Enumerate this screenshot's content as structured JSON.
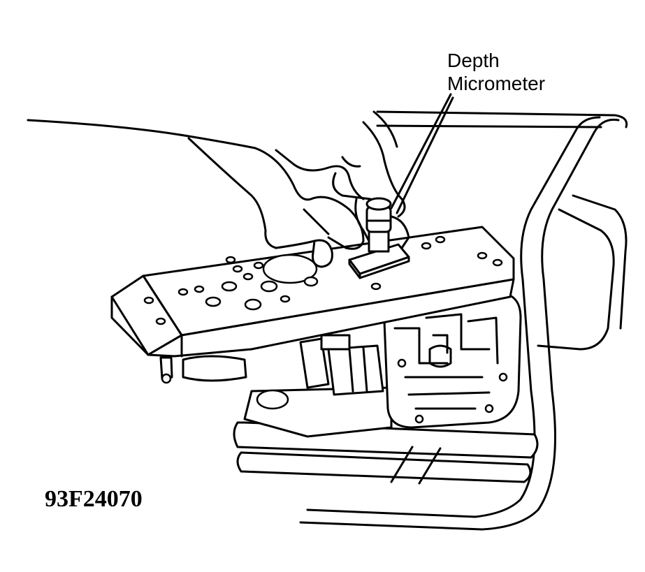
{
  "labels": {
    "callout_line1": "Depth",
    "callout_line2": "Micrometer",
    "figure_code": "93F24070"
  }
}
